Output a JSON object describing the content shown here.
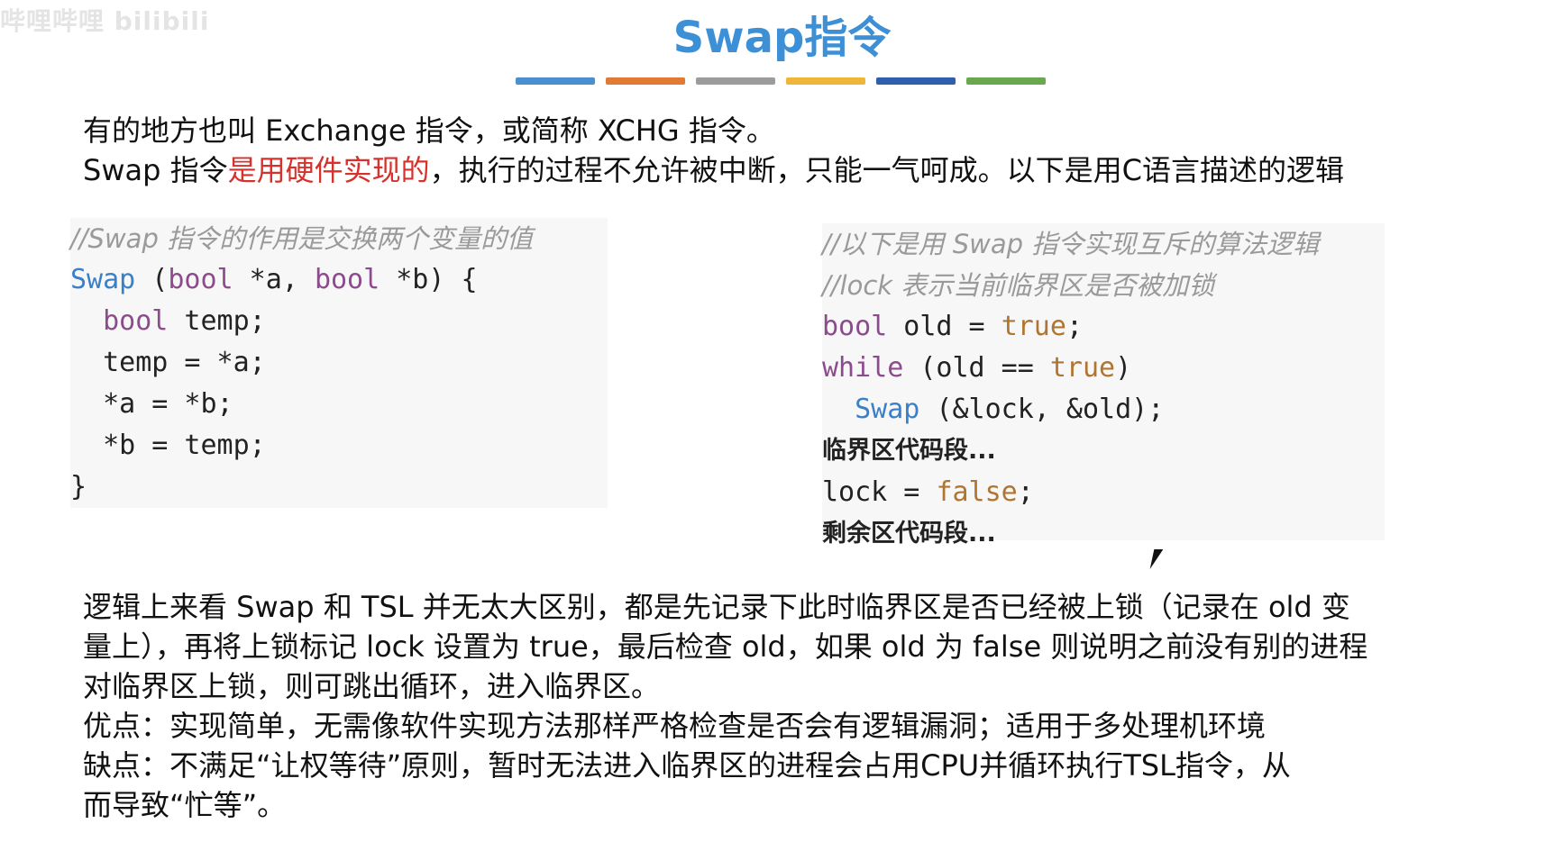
{
  "watermark": "哔哩哔哩 bilibili",
  "title": "Swap指令",
  "colors": {
    "title": "#3d8fd6",
    "highlight": "#d8302a",
    "bar": [
      "#4a8fd0",
      "#e07a35",
      "#9c9c9c",
      "#f0b63a",
      "#2f5fae",
      "#6aa84f"
    ]
  },
  "intro": {
    "line1": "有的地方也叫 Exchange 指令，或简称 XCHG 指令。",
    "line2_a": "Swap 指令",
    "line2_red": "是用硬件实现的",
    "line2_b": "，执行的过程不允许被中断，只能一气呵成。以下是用C语言描述的逻辑"
  },
  "code_left": {
    "comment": "//Swap 指令的作用是交换两个变量的值",
    "l1_fn": "Swap",
    "l1_a": " (",
    "l1_kw1": "bool",
    "l1_b": " *a, ",
    "l1_kw2": "bool",
    "l1_c": " *b) {",
    "l2_kw": "  bool",
    "l2_rest": " temp;",
    "l3": "  temp = *a;",
    "l4": "  *a = *b;",
    "l5": "  *b = temp;",
    "l6": "}"
  },
  "code_right": {
    "comment1": "//以下是用 Swap 指令实现互斥的算法逻辑",
    "comment2": "//lock 表示当前临界区是否被加锁",
    "l1_kw": "bool",
    "l1_a": " old = ",
    "l1_lit": "true",
    "l1_b": ";",
    "l2_kw": "while",
    "l2_a": " (old == ",
    "l2_lit": "true",
    "l2_b": ")",
    "l3_fn": "  Swap",
    "l3_rest": " (&lock, &old);",
    "l4": "临界区代码段...",
    "l5_a": "lock = ",
    "l5_lit": "false",
    "l5_b": ";",
    "l6": "剩余区代码段..."
  },
  "summary": {
    "p1": "逻辑上来看 Swap 和 TSL 并无太大区别，都是先记录下此时临界区是否已经被上锁（记录在 old 变",
    "p2": "量上），再将上锁标记 lock 设置为 true，最后检查 old，如果 old 为 false 则说明之前没有别的进程",
    "p3": "对临界区上锁，则可跳出循环，进入临界区。",
    "p4": "优点：实现简单，无需像软件实现方法那样严格检查是否会有逻辑漏洞；适用于多处理机环境",
    "p5": "缺点：不满足“让权等待”原则，暂时无法进入临界区的进程会占用CPU并循环执行TSL指令，从",
    "p6": "而导致“忙等”。"
  }
}
